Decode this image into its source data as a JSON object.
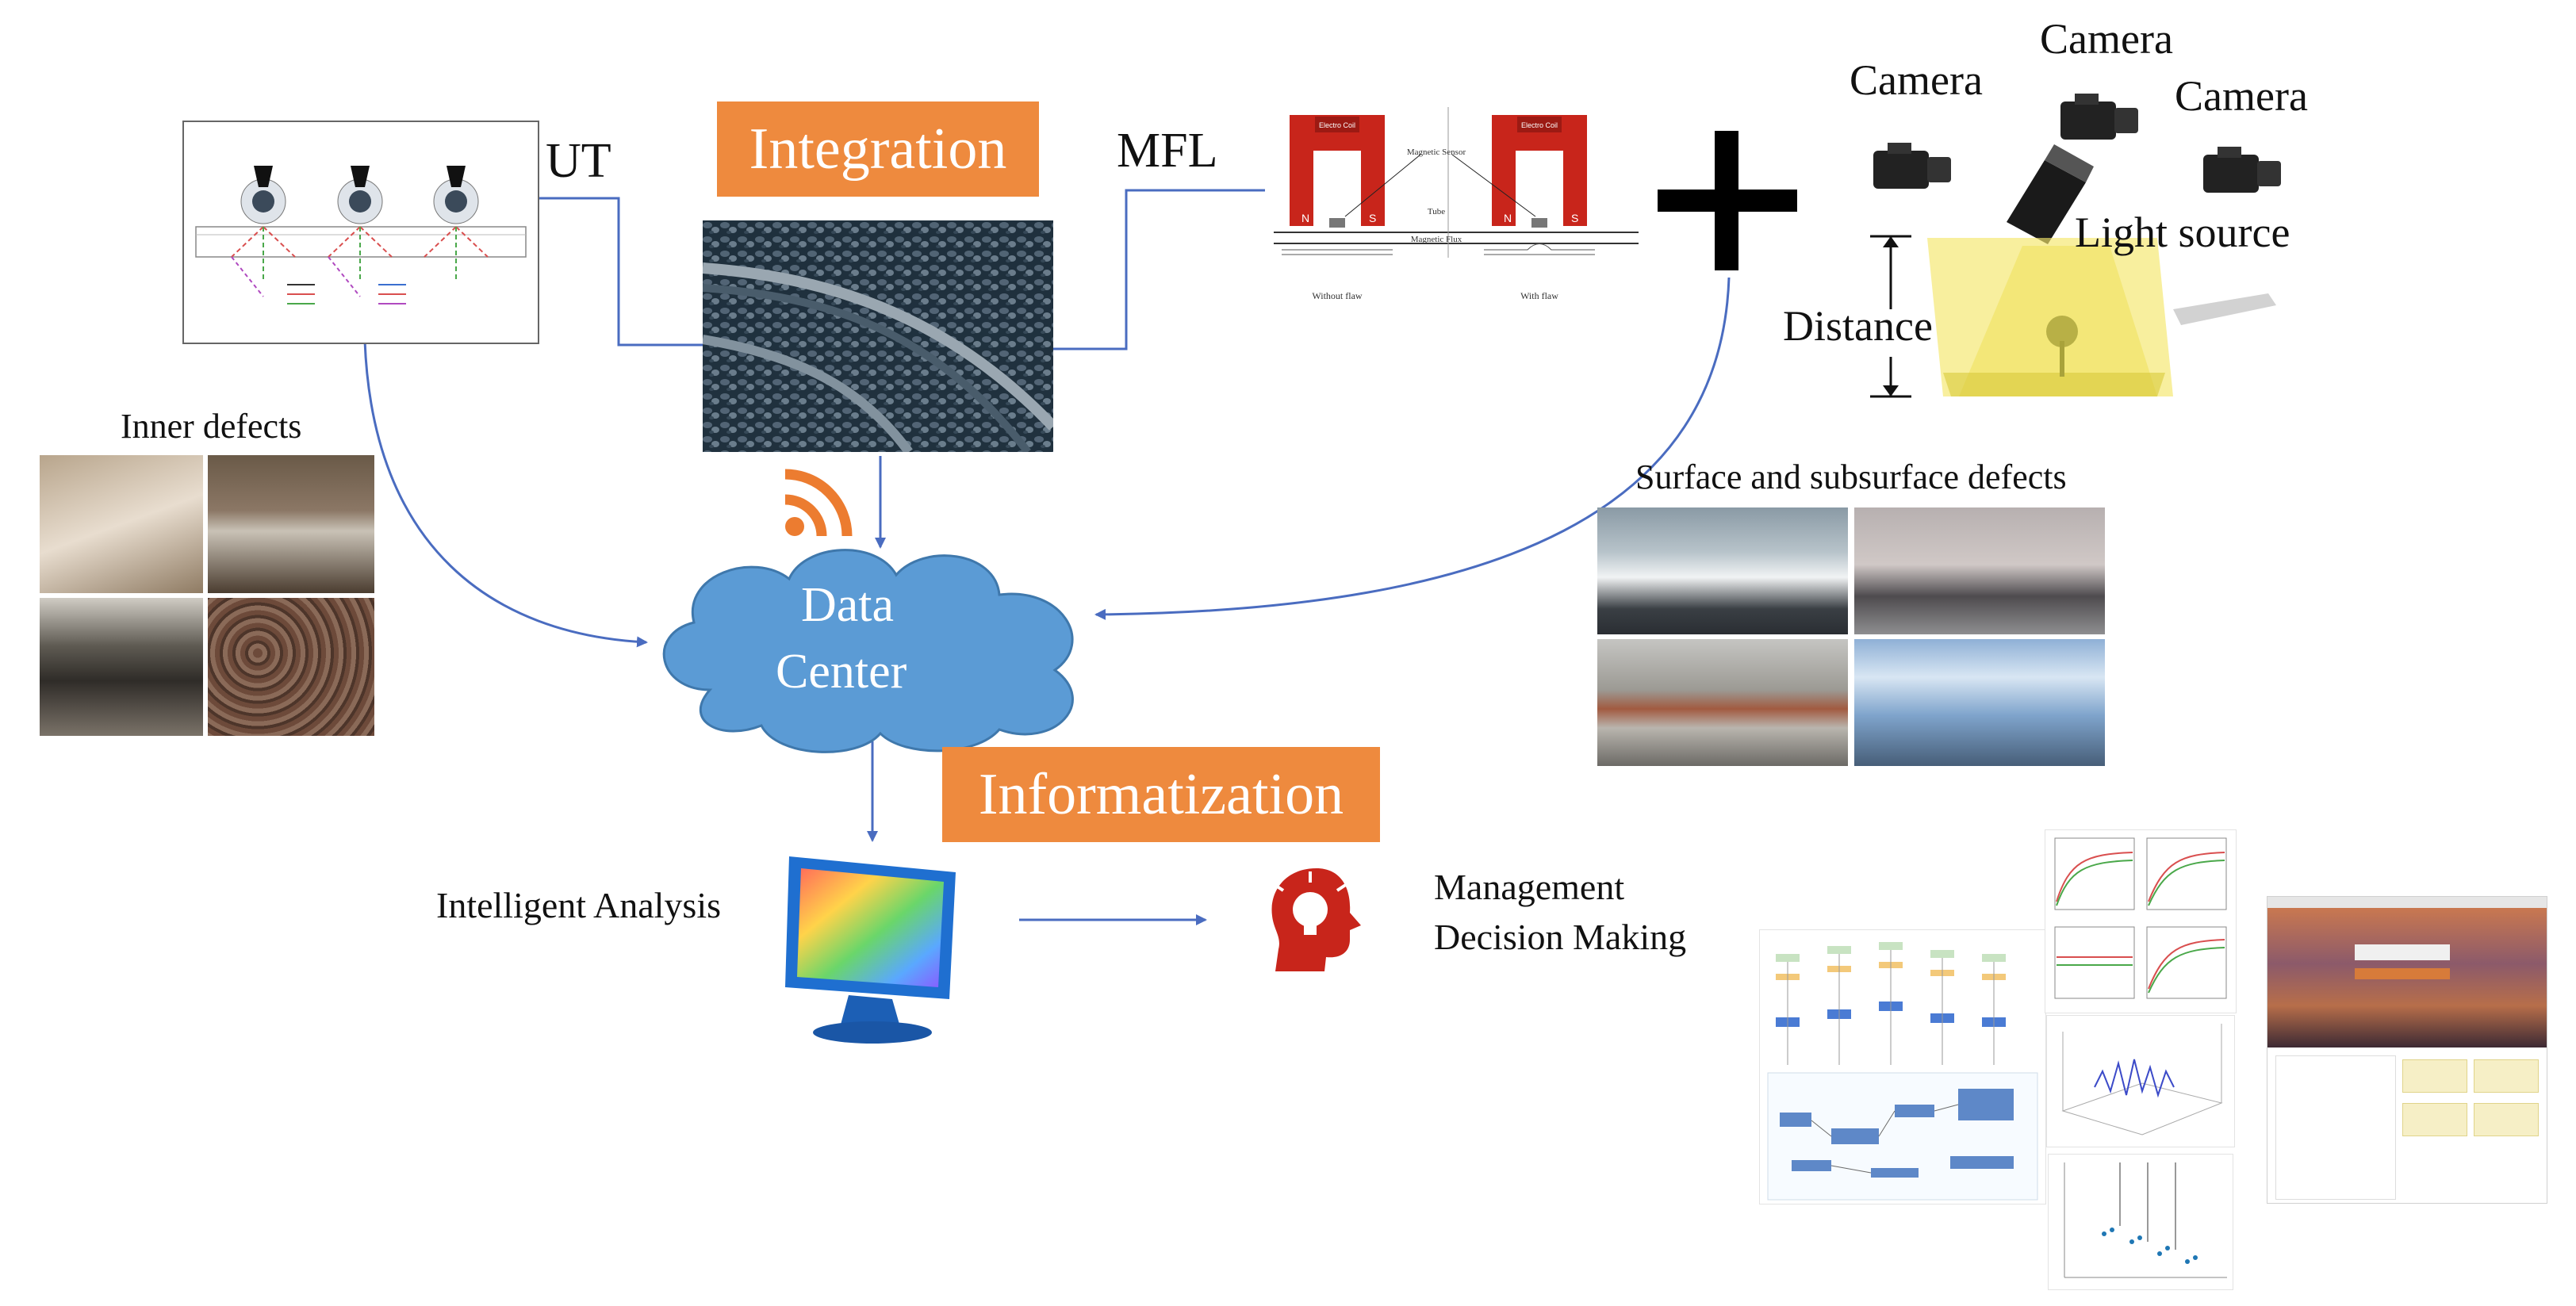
{
  "diagram": {
    "integration_label": "Integration",
    "informatization_label": "Informatization",
    "ut_label": "UT",
    "mfl_label": "MFL",
    "data_center_line1": "Data",
    "data_center_line2": "Center",
    "inner_defects_label": "Inner defects",
    "surface_defects_label": "Surface and subsurface defects",
    "intelligent_analysis_label": "Intelligent Analysis",
    "management_line1": "Management",
    "management_line2": "Decision Making",
    "camera_labels": [
      "Camera",
      "Camera",
      "Camera"
    ],
    "light_source_label": "Light source",
    "distance_label": "Distance",
    "mfl_figure": {
      "without_flaw": "Without flaw",
      "with_flaw": "With flaw",
      "magnetic_sensor": "Magnetic Sensor",
      "tube": "Tube",
      "magnetic_flux": "Magnetic Flux",
      "coil_label_left": "Electro Coil",
      "coil_label_right": "Electro Coil"
    }
  },
  "colors": {
    "orange": "#ee8a3e",
    "connector_blue": "#4a6cc0",
    "cloud_blue": "#5b9bd5",
    "magnet_red": "#c8251b",
    "rss_orange": "#ec7c30"
  }
}
